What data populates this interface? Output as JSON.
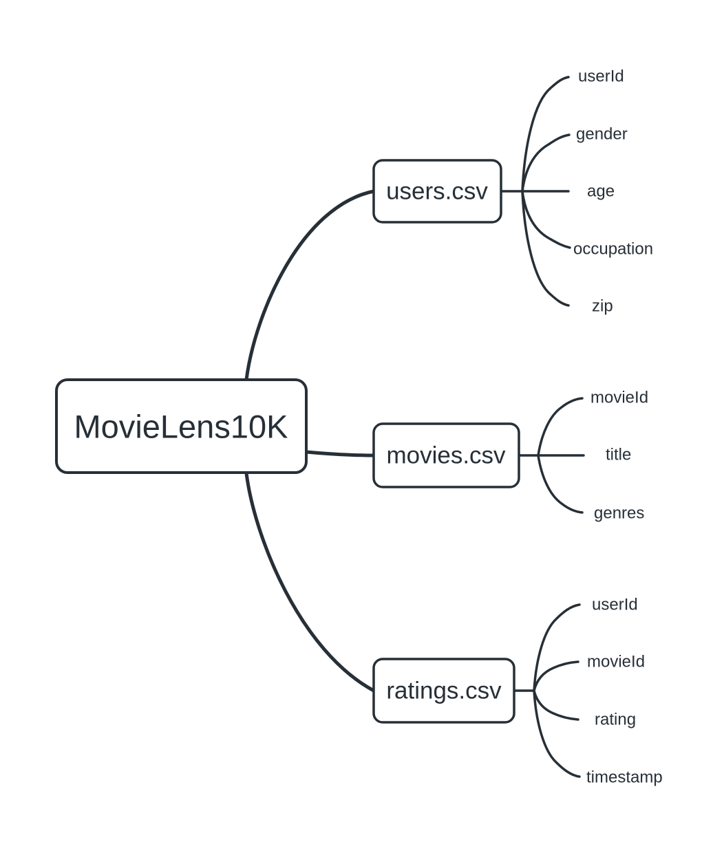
{
  "mindmap": {
    "root": {
      "label": "MovieLens10K"
    },
    "branches": [
      {
        "label": "users.csv",
        "fields": [
          "userId",
          "gender",
          "age",
          "occupation",
          "zip"
        ]
      },
      {
        "label": "movies.csv",
        "fields": [
          "movieId",
          "title",
          "genres"
        ]
      },
      {
        "label": "ratings.csv",
        "fields": [
          "userId",
          "movieId",
          "rating",
          "timestamp"
        ]
      }
    ],
    "colors": {
      "line": "#272f37",
      "text": "#272f37",
      "node_fill": "#ffffff",
      "background": "#ffffff"
    }
  }
}
